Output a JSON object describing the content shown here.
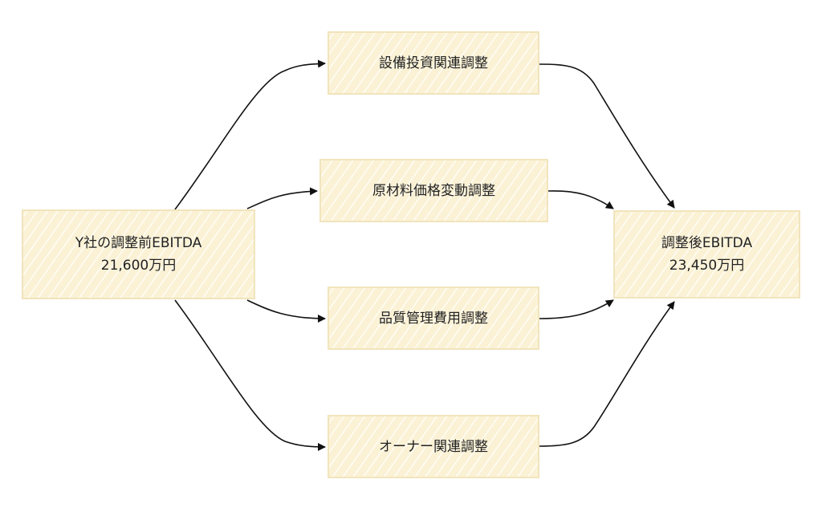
{
  "diagram": {
    "source": {
      "title": "Y社の調整前EBITDA",
      "value": "21,600万円"
    },
    "adjustments": [
      {
        "label": "設備投資関連調整"
      },
      {
        "label": "原材料価格変動調整"
      },
      {
        "label": "品質管理費用調整"
      },
      {
        "label": "オーナー関連調整"
      }
    ],
    "result": {
      "title": "調整後EBITDA",
      "value": "23,450万円"
    },
    "colors": {
      "node_fill": "#fbf2d6",
      "node_border": "#f1e4bd",
      "edge": "#111111",
      "text": "#222222"
    }
  }
}
